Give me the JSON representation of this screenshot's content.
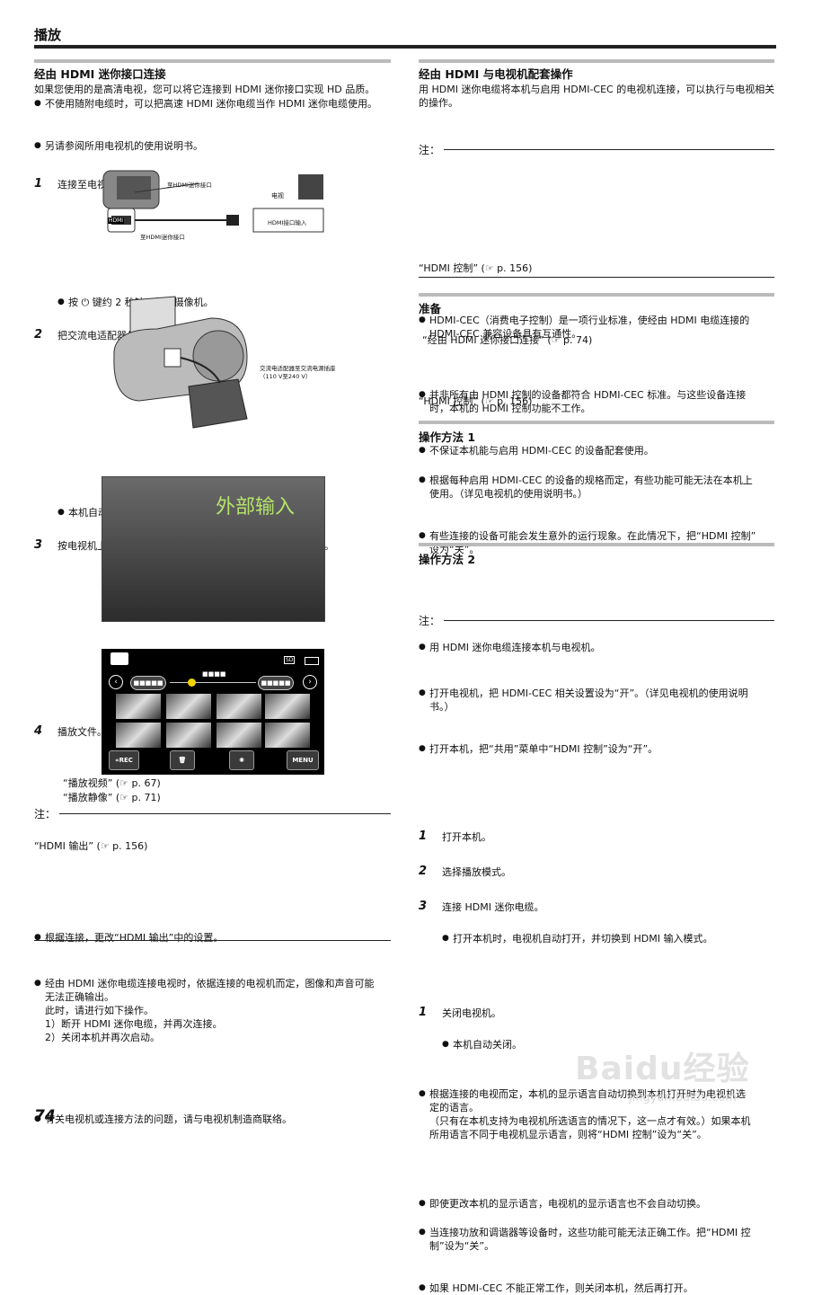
{
  "header": {
    "title": "播放"
  },
  "page_number": "74",
  "left": {
    "heading": "经由 HDMI 迷你接口连接",
    "intro": "如果您使用的是高清电视，您可以将它连接到 HDMI 迷你接口实现 HD 品质。",
    "bullets": [
      "不使用随附电缆时，可以把高速 HDMI 迷你电缆当作 HDMI 迷你电缆使用。",
      "另请参阅所用电视机的使用说明书。"
    ],
    "step1": "连接至电视机。",
    "diagram1": {
      "label_tv": "电视",
      "label_cam_port": "至HDMI迷你接口",
      "label_cable_port": "至HDMI迷你接口",
      "label_tv_port": "HDMI接口输入",
      "hdmi_badge": "HDMI"
    },
    "step1_sub": "按 ⏻ 键约 2 秒钟，关闭摄像机。",
    "step2": "把交流电适配器与本机连接。",
    "diagram2": {
      "label_adapter": "交流电适配器至交流电源插座（110 V至240 V）"
    },
    "step2_sub": "本机自动打开。",
    "step3": "按电视机上的外部输入键，经由连接的接口切换到本机的输入。",
    "screen_text": "外部输入",
    "step4": "播放文件。",
    "lcd": {
      "rec": "«REC",
      "menu": "MENU",
      "pill": "■■■■■",
      "center": "■■■■",
      "sd": "SD"
    },
    "refs": [
      "“播放视频” (☞ p. 67)",
      "“播放静像” (☞ p. 71)"
    ],
    "note_label": "注：",
    "note1": "根据连接，更改“HDMI 输出”中的设置。",
    "note1_ref": "“HDMI 输出” (☞ p. 156)",
    "note2": [
      "经由 HDMI 迷你电缆连接电视时，依据连接的电视机而定，图像和声音可能",
      "无法正确输出。",
      "此时，请进行如下操作。",
      "1）断开 HDMI 迷你电缆，并再次连接。",
      "2）关闭本机并再次启动。"
    ],
    "note3": "有关电视机或连接方法的问题，请与电视机制造商联络。"
  },
  "right": {
    "heading": "经由 HDMI 与电视机配套操作",
    "intro": "用 HDMI 迷你电缆将本机与启用 HDMI-CEC 的电视机连接，可以执行与电视相关的操作。",
    "bullet": [
      "HDMI-CEC（消费电子控制）是一项行业标准，使经由 HDMI 电缆连接的",
      "HDMI-CEC 兼容设备具有互通性。"
    ],
    "note_label": "注：",
    "notes": [
      [
        "并非所有由 HDMI 控制的设备都符合 HDMI-CEC 标准。与这些设备连接",
        "时，本机的 HDMI 控制功能不工作。"
      ],
      [
        "不保证本机能与启用 HDMI-CEC 的设备配套使用。"
      ],
      [
        "根据每种启用 HDMI-CEC 的设备的规格而定，有些功能可能无法在本机上",
        "使用。（详见电视机的使用说明书。）"
      ],
      [
        "有些连接的设备可能会发生意外的运行现象。在此情况下，把“HDMI 控制”",
        "设为“关”。"
      ]
    ],
    "notes_ref": "“HDMI 控制” (☞ p. 156)",
    "prep_heading": "准备",
    "prep1": "用 HDMI 迷你电缆连接本机与电视机。",
    "prep1_ref": "“经由 HDMI 迷你接口连接” (☞ p. 74)",
    "prep2": [
      "打开电视机，把 HDMI-CEC 相关设置设为“开”。（详见电视机的使用说明",
      "书。）"
    ],
    "prep3": "打开本机，把“共用”菜单中“HDMI 控制”设为“开”。",
    "prep_ref": "“HDMI 控制” (☞ p. 156)",
    "op1_heading": "操作方法 1",
    "op1_steps": [
      "打开本机。",
      "选择播放模式。",
      "连接 HDMI 迷你电缆。"
    ],
    "op1_sub": "打开本机时，电视机自动打开，并切换到 HDMI 输入模式。",
    "op2_heading": "操作方法 2",
    "op2_step": "关闭电视机。",
    "op2_sub": "本机自动关闭。",
    "note2_label": "注：",
    "notes2": [
      [
        "根据连接的电视而定，本机的显示语言自动切换到本机打开时为电视机选",
        "定的语言。",
        "（只有在本机支持为电视机所选语言的情况下，这一点才有效。）如果本机",
        "所用语言不同于电视机显示语言，则将“HDMI 控制”设为“关”。"
      ],
      [
        "即使更改本机的显示语言，电视机的显示语言也不会自动切换。"
      ],
      [
        "当连接功放和调谐器等设备时，这些功能可能无法正确工作。把“HDMI 控",
        "制”设为“关”。"
      ],
      [
        "如果 HDMI-CEC 不能正常工作，则关闭本机，然后再打开。"
      ]
    ]
  },
  "watermark": {
    "brand": "Baidu经验",
    "url": "jingyan.baidu.com"
  }
}
